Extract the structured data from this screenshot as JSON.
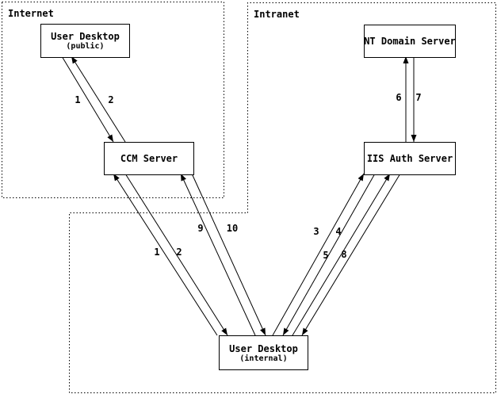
{
  "regions": {
    "internet": {
      "label": "Internet"
    },
    "intranet": {
      "label": "Intranet"
    }
  },
  "nodes": {
    "user_desktop_public": {
      "title": "User Desktop",
      "subtitle": "(public)"
    },
    "ccm_server": {
      "title": "CCM Server"
    },
    "nt_domain_server": {
      "title": "NT Domain Server"
    },
    "iis_auth_server": {
      "title": "IIS Auth Server"
    },
    "user_desktop_internal": {
      "title": "User Desktop",
      "subtitle": "(internal)"
    }
  },
  "edges": {
    "public_to_ccm": {
      "label": "1",
      "from": "User Desktop (public)",
      "to": "CCM Server"
    },
    "ccm_to_public": {
      "label": "2",
      "from": "CCM Server",
      "to": "User Desktop (public)"
    },
    "internal_to_ccm_1": {
      "label": "1",
      "from": "User Desktop (internal)",
      "to": "CCM Server"
    },
    "ccm_to_internal_2": {
      "label": "2",
      "from": "CCM Server",
      "to": "User Desktop (internal)"
    },
    "internal_to_ccm_9": {
      "label": "9",
      "from": "User Desktop (internal)",
      "to": "CCM Server"
    },
    "ccm_to_internal_10": {
      "label": "10",
      "from": "CCM Server",
      "to": "User Desktop (internal)"
    },
    "internal_to_iis_3": {
      "label": "3",
      "from": "User Desktop (internal)",
      "to": "IIS Auth Server"
    },
    "iis_to_internal_4": {
      "label": "4",
      "from": "IIS Auth Server",
      "to": "User Desktop (internal)"
    },
    "internal_to_iis_5": {
      "label": "5",
      "from": "User Desktop (internal)",
      "to": "IIS Auth Server"
    },
    "iis_to_internal_8": {
      "label": "8",
      "from": "IIS Auth Server",
      "to": "User Desktop (internal)"
    },
    "iis_to_nt_6": {
      "label": "6",
      "from": "IIS Auth Server",
      "to": "NT Domain Server"
    },
    "nt_to_iis_7": {
      "label": "7",
      "from": "NT Domain Server",
      "to": "IIS Auth Server"
    }
  },
  "colors": {
    "foreground": "#000000",
    "background": "#ffffff"
  }
}
